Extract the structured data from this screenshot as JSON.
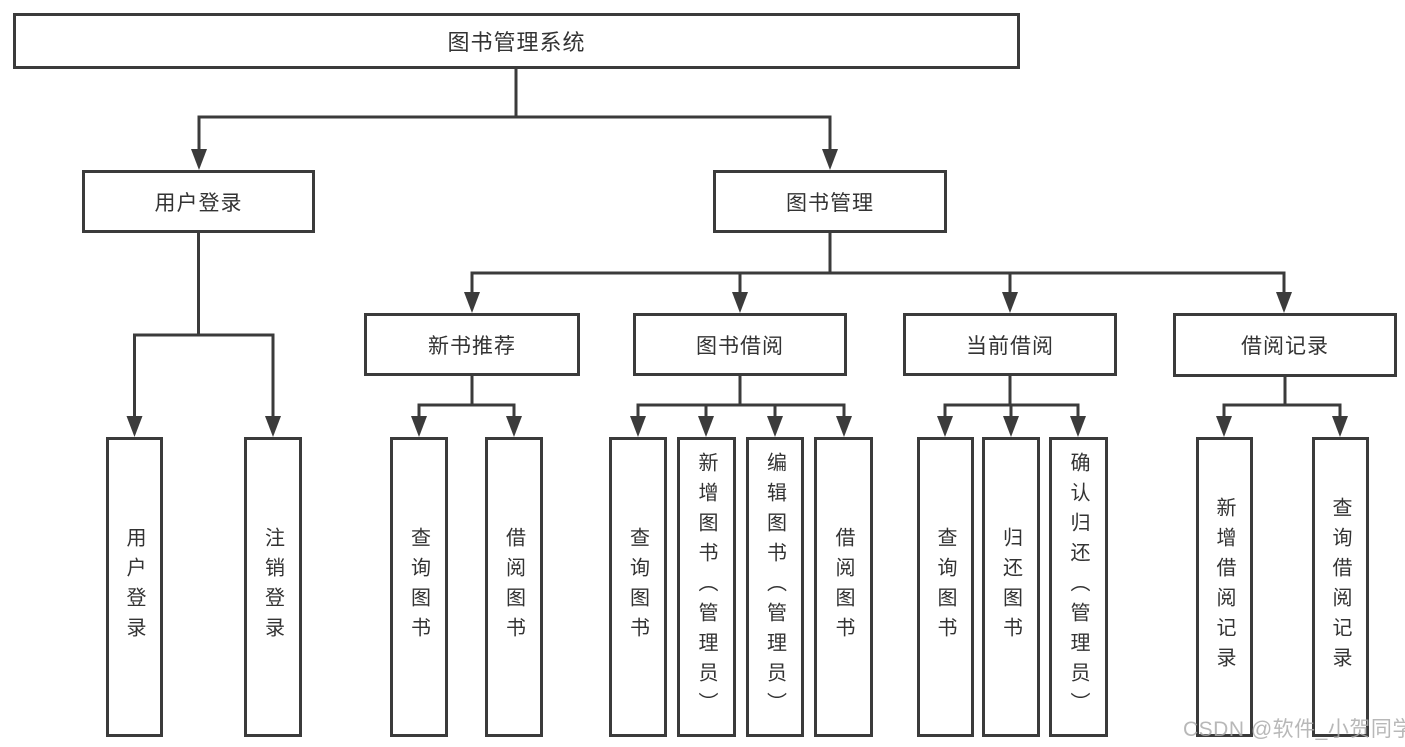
{
  "tree": {
    "root": "图书管理系统",
    "branches": [
      {
        "label": "用户登录",
        "children": [
          "用户登录",
          "注销登录"
        ]
      },
      {
        "label": "图书管理",
        "groups": [
          {
            "label": "新书推荐",
            "children": [
              "查询图书",
              "借阅图书"
            ]
          },
          {
            "label": "图书借阅",
            "children": [
              "查询图书",
              "新增图书（管理员）",
              "编辑图书（管理员）",
              "借阅图书"
            ]
          },
          {
            "label": "当前借阅",
            "children": [
              "查询图书",
              "归还图书",
              "确认归还（管理员）"
            ]
          },
          {
            "label": "借阅记录",
            "children": [
              "新增借阅记录",
              "查询借阅记录"
            ]
          }
        ]
      }
    ]
  },
  "watermark": {
    "text": "CSDN @软件_小贺同学"
  },
  "colors": {
    "line": "#3b3b3b",
    "box_border": "#3b3b3b",
    "box_fill": "#ffffff",
    "text": "#333333",
    "watermark": "#acacac"
  }
}
